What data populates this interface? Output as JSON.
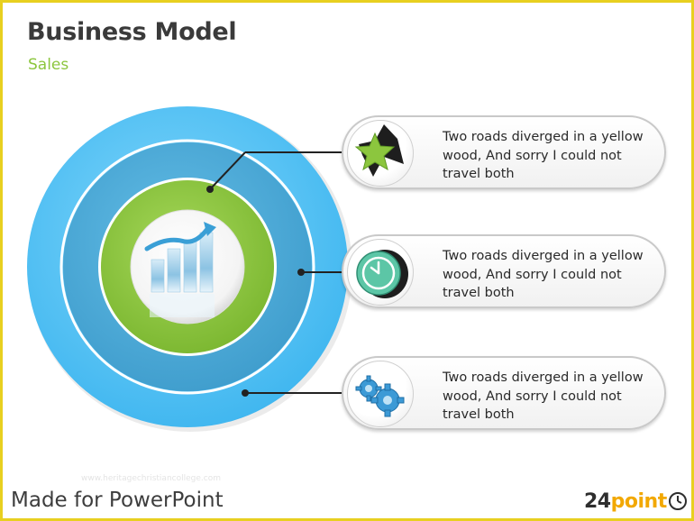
{
  "slide": {
    "title": "Business Model",
    "subtitle": "Sales",
    "watermark": "www.heritagechristiancollege.com"
  },
  "callouts": [
    {
      "text": "Two roads diverged in a yellow wood, And sorry I could not travel both",
      "icon": "star-icon"
    },
    {
      "text": "Two roads diverged in a yellow wood, And sorry I could not travel both",
      "icon": "clock-icon"
    },
    {
      "text": "Two roads diverged in a yellow wood, And sorry I could not travel both",
      "icon": "gears-icon"
    }
  ],
  "footer": {
    "tagline": "Made for PowerPoint",
    "logo_number": "24",
    "logo_word": "point"
  },
  "colors": {
    "border": "#e8d020",
    "outer_ring": "#5bc4f5",
    "middle_ring": "#4aa9d8",
    "inner_ring": "#8cc63e",
    "subtitle": "#8cc63e",
    "logo_accent": "#f2a800"
  }
}
